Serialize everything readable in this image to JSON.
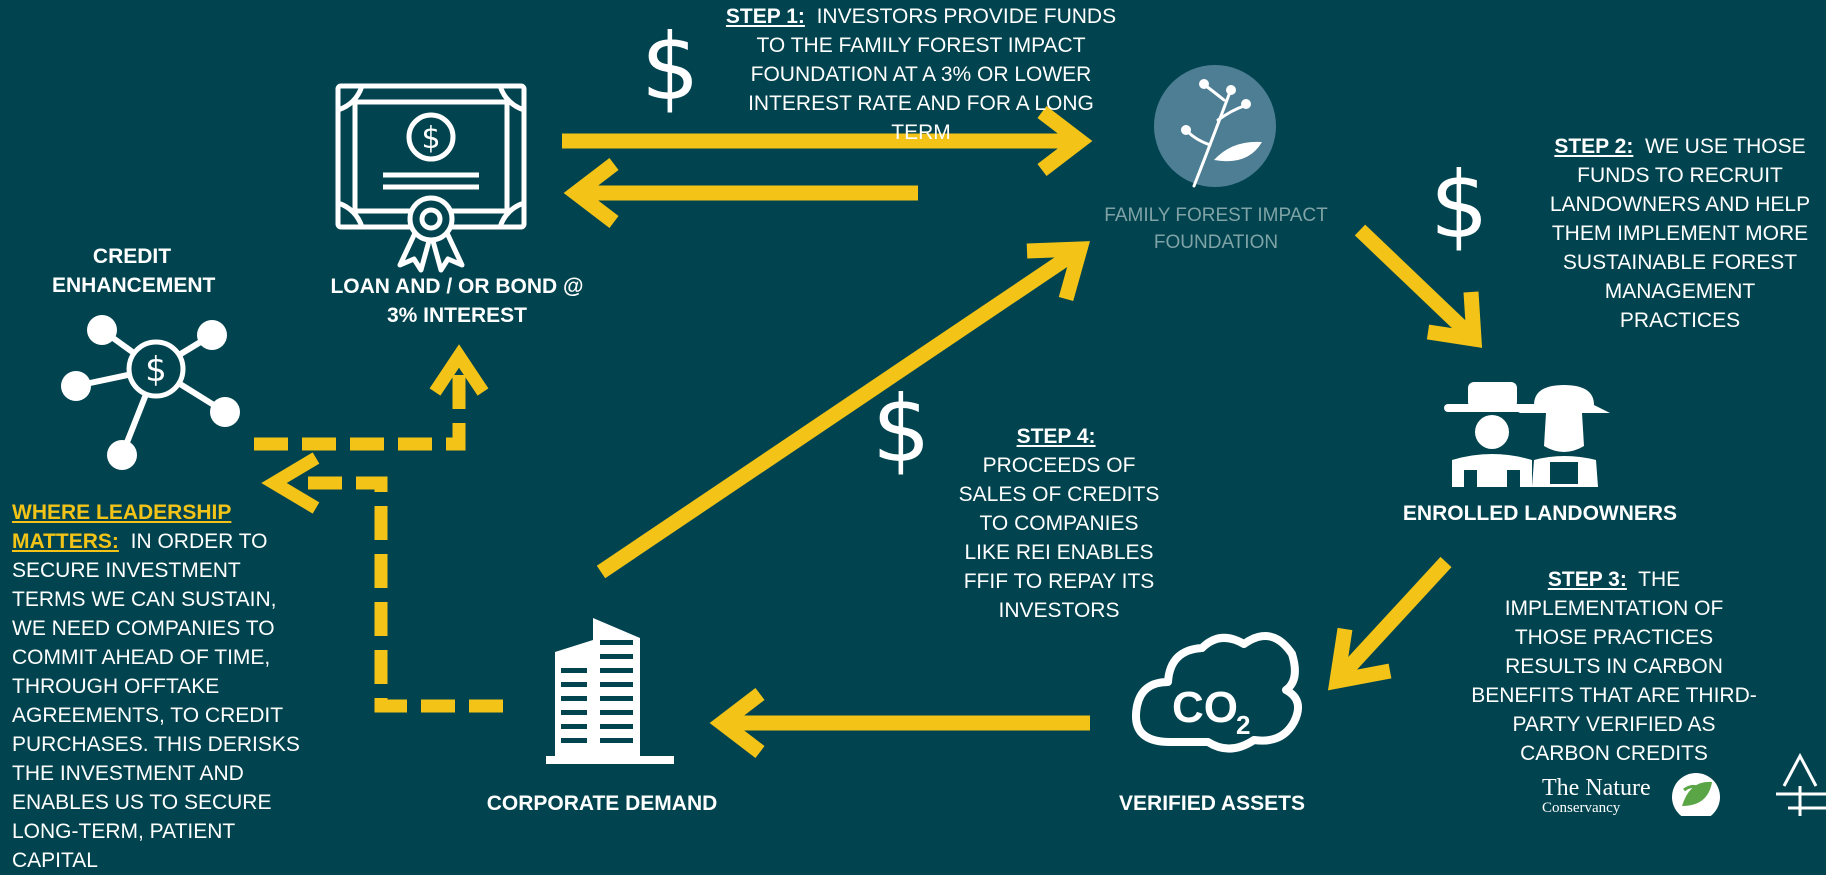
{
  "step1": {
    "label": "STEP 1:",
    "text": "INVESTORS PROVIDE FUNDS TO THE FAMILY FOREST IMPACT FOUNDATION AT A 3% OR LOWER INTEREST RATE AND FOR A LONG TERM"
  },
  "step2": {
    "label": "STEP 2:",
    "text": "WE USE THOSE FUNDS TO RECRUIT LANDOWNERS AND HELP THEM IMPLEMENT MORE SUSTAINABLE FOREST MANAGEMENT PRACTICES"
  },
  "step3": {
    "label": "STEP 3:",
    "text": "THE IMPLEMENTATION OF THOSE PRACTICES RESULTS IN CARBON BENEFITS THAT ARE THIRD-PARTY VERIFIED AS CARBON CREDITS"
  },
  "step4": {
    "label": "STEP 4:",
    "text": "PROCEEDS OF SALES OF CREDITS TO COMPANIES LIKE REI ENABLES FFIF TO REPAY ITS INVESTORS"
  },
  "nodes": {
    "loan": "LOAN AND / OR BOND @ 3% INTEREST",
    "foundation": "FAMILY FOREST IMPACT FOUNDATION",
    "credit_enhancement": "CREDIT ENHANCEMENT",
    "landowners": "ENROLLED LANDOWNERS",
    "verified_assets": "VERIFIED ASSETS",
    "corporate_demand": "CORPORATE DEMAND"
  },
  "leadership": {
    "label": "WHERE LEADERSHIP MATTERS:",
    "text": "IN ORDER TO SECURE INVESTMENT TERMS WE CAN SUSTAIN, WE NEED COMPANIES TO COMMIT AHEAD OF TIME, THROUGH OFFTAKE AGREEMENTS, TO CREDIT PURCHASES. THIS DERISKS THE INVESTMENT AND ENABLES US TO SECURE LONG-TERM, PATIENT CAPITAL"
  },
  "dollar_symbol": "$",
  "co2_label": "CO2",
  "logo": {
    "line1": "The Nature",
    "line2": "Conservancy"
  },
  "colors": {
    "background": "#01444f",
    "arrow": "#f3c417",
    "foundation_circle": "#4e7e93",
    "foundation_text": "#7fa3a6"
  },
  "icons": [
    "certificate-icon",
    "dollar-sign-icon",
    "foundation-leaf-logo-icon",
    "network-dollar-icon",
    "farmers-icon",
    "co2-cloud-icon",
    "office-building-icon",
    "nature-conservancy-logo",
    "partner-logo"
  ]
}
